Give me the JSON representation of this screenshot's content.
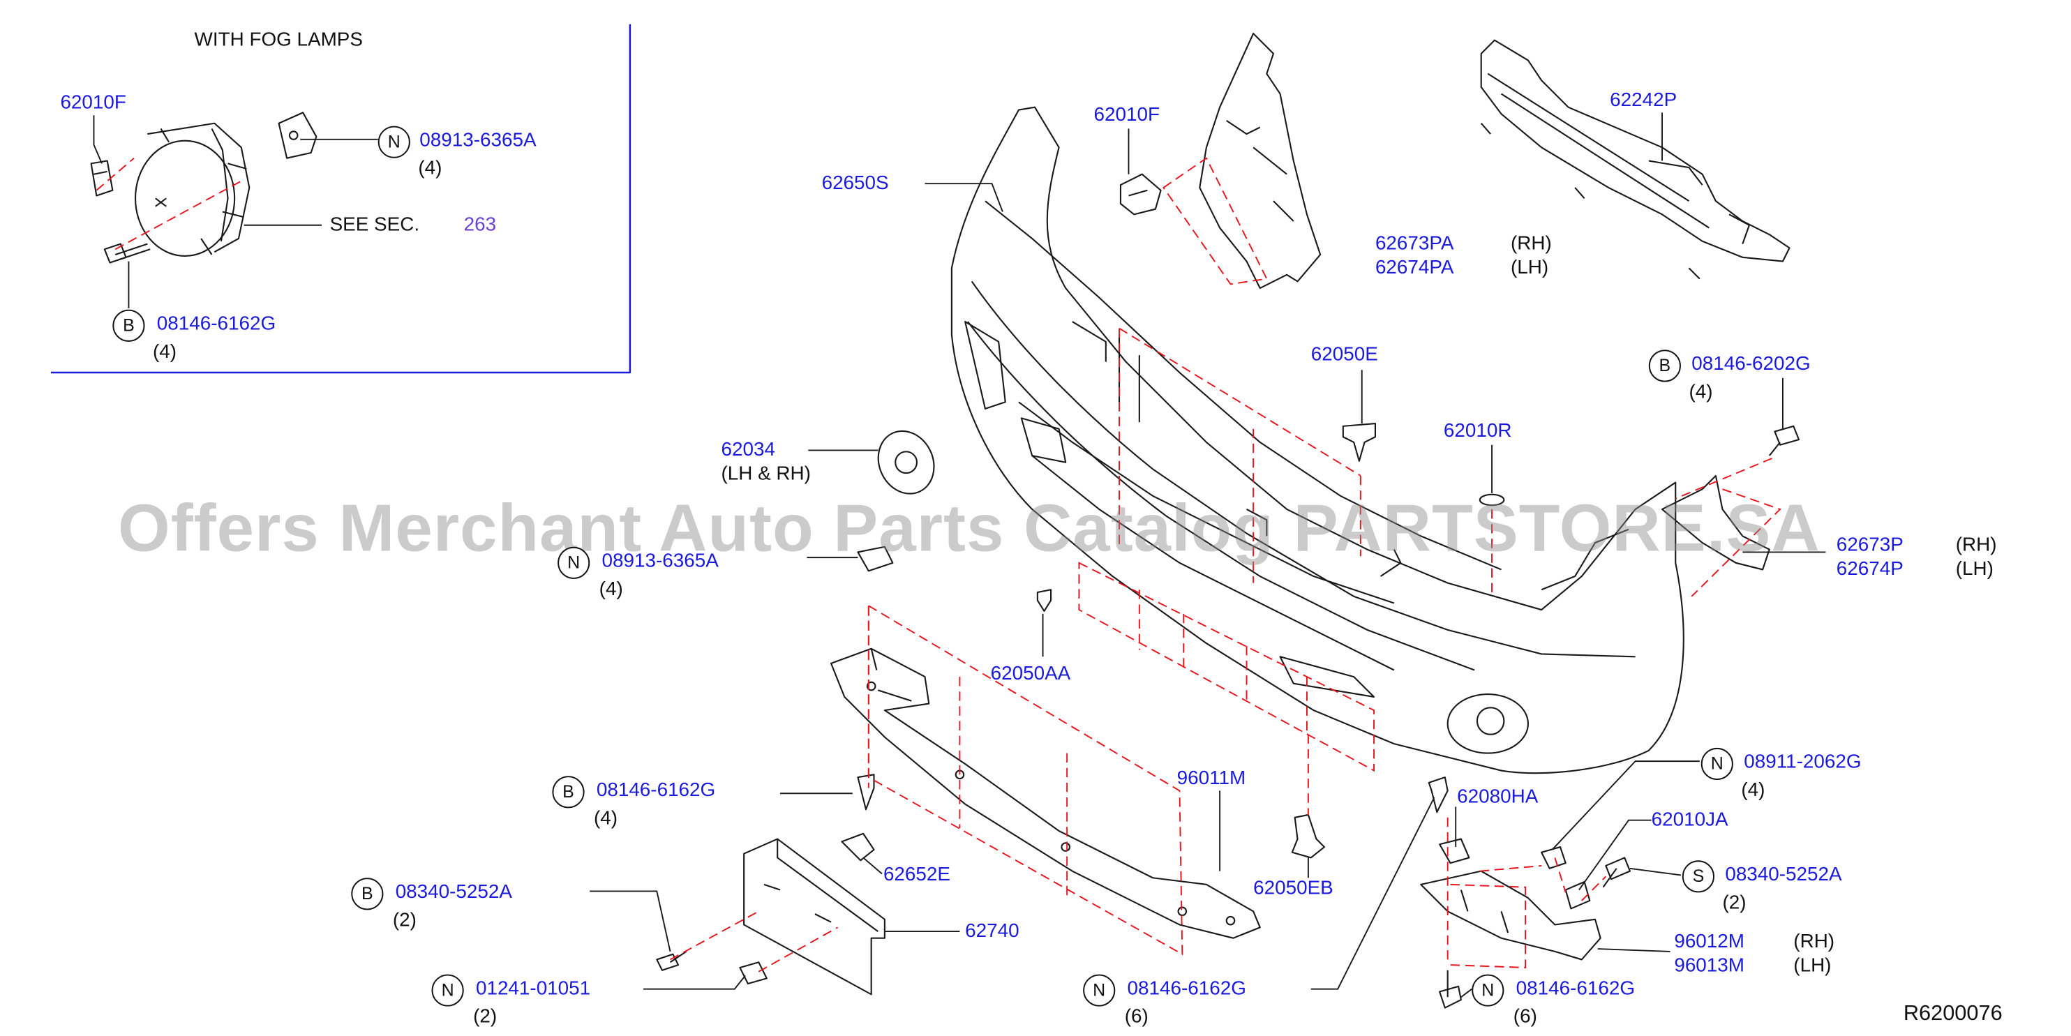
{
  "inset": {
    "title": "WITH   FOG   LAMPS"
  },
  "labels": {
    "p62010F_inset": "62010F",
    "p08913_6365A_inset": "08913-6365A",
    "p08913_6365A_inset_qty": "(4)",
    "see_sec": "SEE   SEC.",
    "see_sec_num": "263",
    "p08146_6162G_inset": "08146-6162G",
    "p08146_6162G_inset_qty": "(4)",
    "p62650S": "62650S",
    "p62010F": "62010F",
    "p62673PA": "62673PA",
    "p62674PA": "62674PA",
    "rh1": "(RH)",
    "lh1": "(LH)",
    "p62242P": "62242P",
    "p62050E": "62050E",
    "p62010R": "62010R",
    "p08146_6202G": "08146-6202G",
    "p08146_6202G_qty": "(4)",
    "p62034": "62034",
    "lh_rh": "(LH   &   RH)",
    "p08913_6365A": "08913-6365A",
    "p08913_6365A_qty": "(4)",
    "p62673P": "62673P",
    "p62674P": "62674P",
    "rh2": "(RH)",
    "lh2": "(LH)",
    "p62050AA": "62050AA",
    "p08146_6162G_mid": "08146-6162G",
    "p08146_6162G_mid_qty": "(4)",
    "p96011M": "96011M",
    "p62652E": "62652E",
    "p08340_5252A_left": "08340-5252A",
    "p08340_5252A_left_qty": "(2)",
    "p62740": "62740",
    "p01241_01051": "01241-01051",
    "p01241_01051_qty": "(2)",
    "p08146_6162G_bot": "08146-6162G",
    "p08146_6162G_bot_qty": "(6)",
    "p62050EB": "62050EB",
    "p62080HA": "62080HA",
    "p08911_2062G": "08911-2062G",
    "p08911_2062G_qty": "(4)",
    "p62010JA": "62010JA",
    "p08340_5252A_right": "08340-5252A",
    "p08340_5252A_right_qty": "(2)",
    "p96012M": "96012M",
    "p96013M": "96013M",
    "rh3": "(RH)",
    "lh3": "(LH)",
    "p08146_6162G_br": "08146-6162G",
    "p08146_6162G_br_qty": "(6)"
  },
  "symbols": {
    "N": "N",
    "B": "B",
    "S": "S"
  },
  "reference": "R6200076",
  "watermark": "Offers Merchant Auto Parts Catalog PARTSTORE.SA",
  "colors": {
    "part_number": "#1a1adf",
    "text": "#111111",
    "dash": "#e8141c",
    "section_link": "#6a3fd6"
  }
}
